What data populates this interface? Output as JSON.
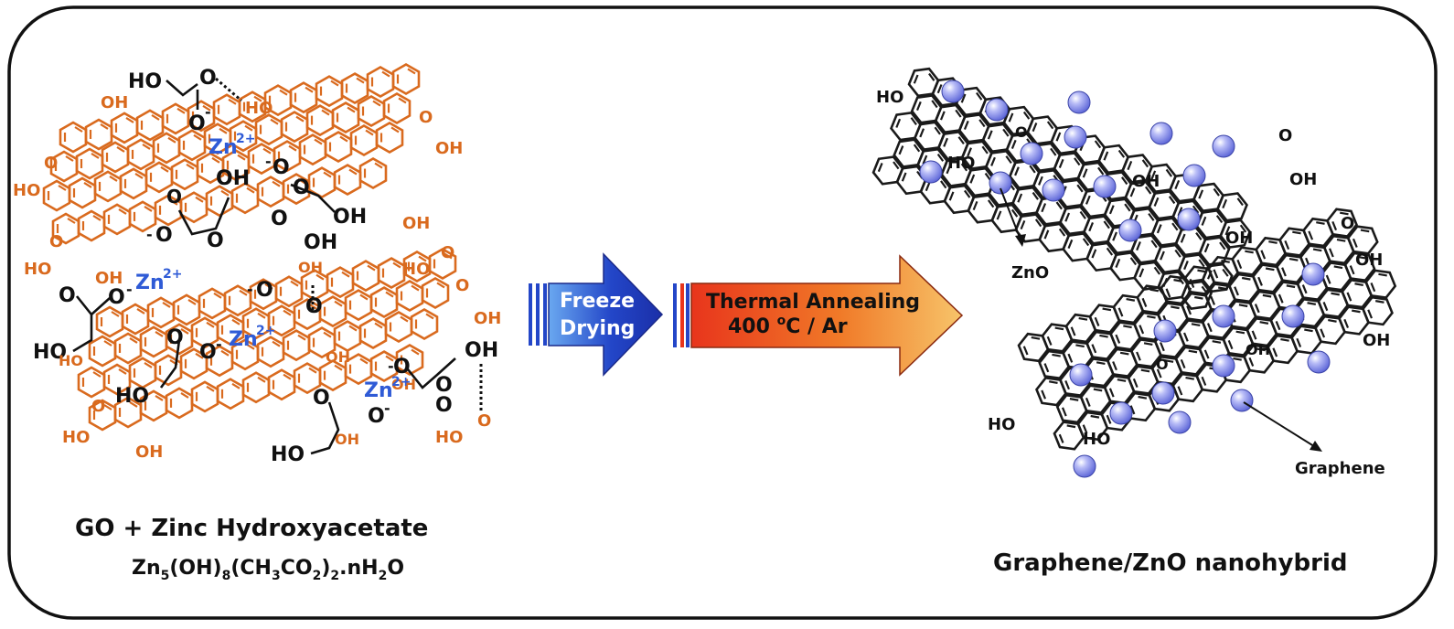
{
  "colors": {
    "go_sheet": "#d96a1e",
    "zinc_label": "#2f5bd6",
    "graphene": "#111111",
    "zno_sphere": "#8f96f0",
    "freeze_arrow": "#2346c8",
    "anneal_start": "#e8351c",
    "anneal_end": "#f7b24a"
  },
  "left": {
    "caption": "GO + Zinc Hydroxyacetate",
    "formula_parts": [
      "Zn",
      "5",
      "(OH)",
      "8",
      "(CH",
      "3",
      "CO",
      "2",
      ")",
      "2",
      ".nH",
      "2",
      "O"
    ],
    "zn_label": "Zn",
    "zn_charge": "2+",
    "hydroxyl": "HO",
    "hydroxyl_alt": "OH",
    "oxygen": "O",
    "oxygen_minus": "O",
    "minus": "-",
    "carboxyl_oh": "OH",
    "carboxyl_ho": "HO"
  },
  "freeze_arrow": {
    "line1": "Freeze",
    "line2": "Drying"
  },
  "anneal_arrow": {
    "line1": "Thermal Annealing",
    "line2": "400 ",
    "sup": "o",
    "line2_rest": "C / Ar"
  },
  "right": {
    "caption": "Graphene/ZnO nanohybrid",
    "zno_label": "ZnO",
    "graphene_label": "Graphene",
    "hydroxyl": "HO",
    "hydroxyl_alt": "OH",
    "oxygen": "O"
  }
}
